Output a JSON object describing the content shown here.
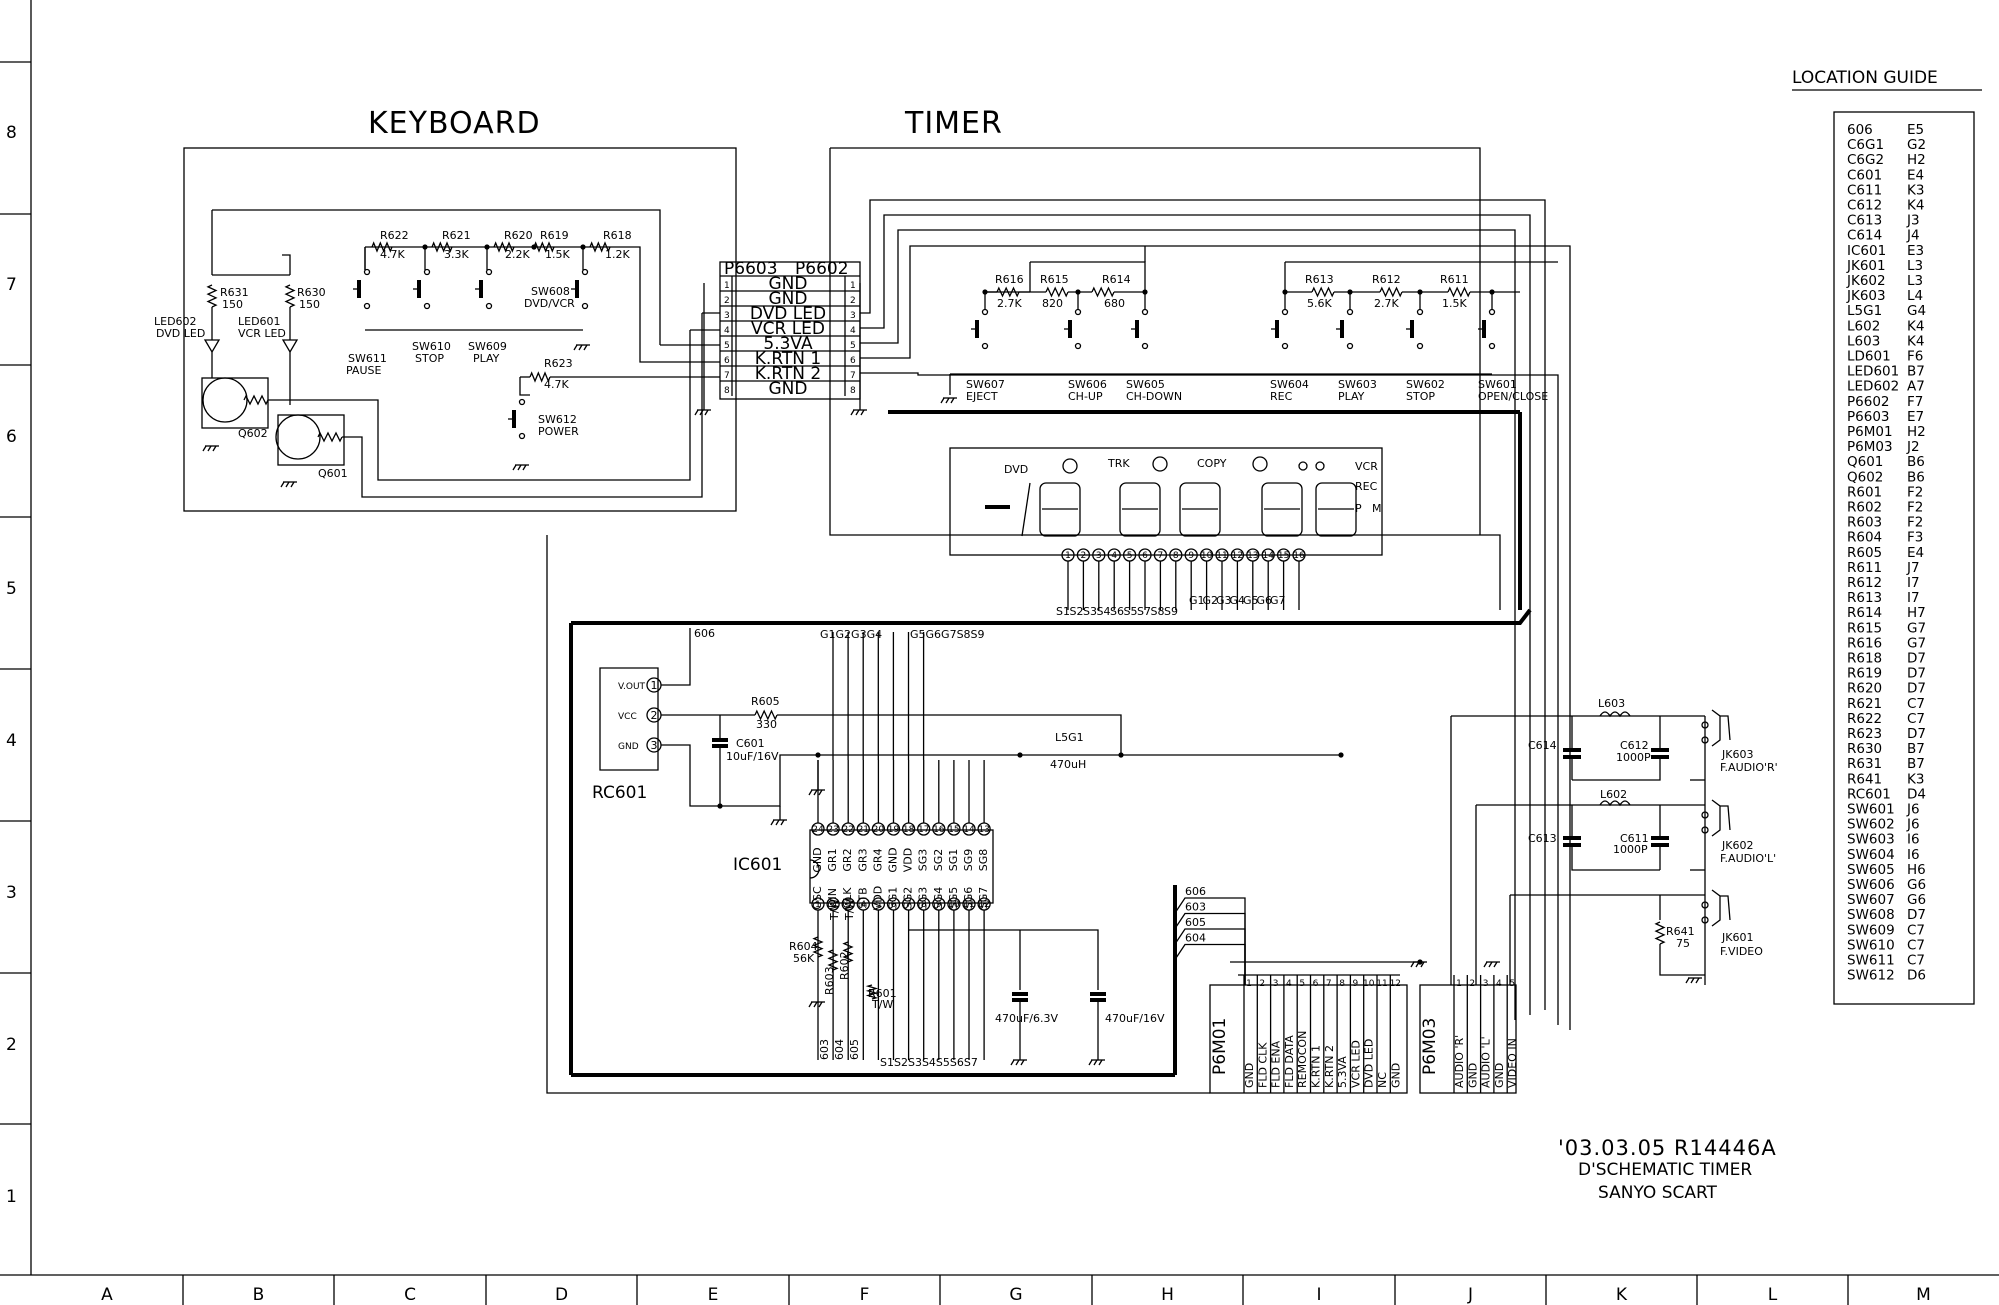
{
  "titles": {
    "keyboard": "KEYBOARD",
    "timer": "TIMER",
    "location_guide": "LOCATION GUIDE"
  },
  "grid": {
    "columns": [
      "A",
      "B",
      "C",
      "D",
      "E",
      "F",
      "G",
      "H",
      "I",
      "J",
      "K",
      "L",
      "M"
    ],
    "rows": [
      "8",
      "7",
      "6",
      "5",
      "4",
      "3",
      "2",
      "1"
    ]
  },
  "keyboard": {
    "resistors": [
      {
        "ref": "R622",
        "val": "4.7K"
      },
      {
        "ref": "R621",
        "val": "3.3K"
      },
      {
        "ref": "R620",
        "val": "2.2K"
      },
      {
        "ref": "R619",
        "val": "1.5K"
      },
      {
        "ref": "R618",
        "val": "1.2K"
      },
      {
        "ref": "R631",
        "val": "150"
      },
      {
        "ref": "R630",
        "val": "150"
      },
      {
        "ref": "R623",
        "val": "4.7K"
      }
    ],
    "switches": [
      {
        "ref": "SW611",
        "name": "PAUSE"
      },
      {
        "ref": "SW610",
        "name": "STOP"
      },
      {
        "ref": "SW609",
        "name": "PLAY"
      },
      {
        "ref": "SW608",
        "name": "DVD/VCR"
      },
      {
        "ref": "SW612",
        "name": "POWER"
      }
    ],
    "leds": [
      {
        "ref": "LED602",
        "name": "DVD LED"
      },
      {
        "ref": "LED601",
        "name": "VCR LED"
      }
    ],
    "transistors": [
      "Q602",
      "Q601"
    ]
  },
  "connector": {
    "left": "P6603",
    "right": "P6602",
    "pins": [
      {
        "n": "1",
        "name": "GND"
      },
      {
        "n": "2",
        "name": "GND"
      },
      {
        "n": "3",
        "name": "DVD LED"
      },
      {
        "n": "4",
        "name": "VCR LED"
      },
      {
        "n": "5",
        "name": "5.3VA"
      },
      {
        "n": "6",
        "name": "K.RTN 1"
      },
      {
        "n": "7",
        "name": "K.RTN 2"
      },
      {
        "n": "8",
        "name": "GND"
      }
    ]
  },
  "timer_keys": {
    "resistors": [
      {
        "ref": "R616",
        "val": "2.7K"
      },
      {
        "ref": "R615",
        "val": "820"
      },
      {
        "ref": "R614",
        "val": "680"
      },
      {
        "ref": "R613",
        "val": "5.6K"
      },
      {
        "ref": "R612",
        "val": "2.7K"
      },
      {
        "ref": "R611",
        "val": "1.5K"
      }
    ],
    "switches": [
      {
        "ref": "SW607",
        "name": "EJECT"
      },
      {
        "ref": "SW606",
        "name": "CH-UP"
      },
      {
        "ref": "SW605",
        "name": "CH-DOWN"
      },
      {
        "ref": "SW604",
        "name": "REC"
      },
      {
        "ref": "SW603",
        "name": "PLAY"
      },
      {
        "ref": "SW602",
        "name": "STOP"
      },
      {
        "ref": "SW601",
        "name": "OPEN/CLOSE"
      }
    ]
  },
  "display": {
    "labels": {
      "dvd": "DVD",
      "trk": "TRK",
      "copy": "COPY",
      "vcr": "VCR",
      "rec": "REC",
      "p": "P",
      "m": "M"
    },
    "pins": [
      "1",
      "2",
      "3",
      "4",
      "5",
      "6",
      "7",
      "8",
      "9",
      "10",
      "11",
      "12",
      "13",
      "14",
      "15",
      "16"
    ],
    "segs": [
      "S1",
      "S2",
      "S3",
      "S4",
      "S6",
      "S5",
      "S7",
      "S8",
      "S9"
    ],
    "grids": [
      "G1",
      "G2",
      "G3",
      "G4",
      "G5",
      "G6",
      "G7"
    ]
  },
  "rc601": {
    "ref": "RC601",
    "pins": [
      {
        "n": "1",
        "name": "V.OUT"
      },
      {
        "n": "2",
        "name": "VCC"
      },
      {
        "n": "3",
        "name": "GND"
      }
    ],
    "net": "606"
  },
  "ic601": {
    "ref": "IC601",
    "top_pins": [
      "24",
      "23",
      "22",
      "21",
      "20",
      "19",
      "18",
      "17",
      "16",
      "15",
      "14",
      "13"
    ],
    "top_names": [
      "GND",
      "GR1",
      "GR2",
      "GR3",
      "GR4",
      "GND",
      "VDD",
      "SG3",
      "SG2",
      "SG1",
      "SG9",
      "SG8"
    ],
    "bottom_pins": [
      "1",
      "2",
      "3",
      "4",
      "5",
      "6",
      "7",
      "8",
      "9",
      "10",
      "11",
      "12"
    ],
    "bottom_names": [
      "OSC",
      "DIN",
      "CLK",
      "STB",
      "VDD",
      "SG1",
      "SG2",
      "SG3",
      "SG4",
      "SG5",
      "SG6",
      "SG7"
    ],
    "top_group_a": "G1G2G3G4",
    "top_group_b": "G5G6G7S8S9",
    "bottom_group": "S1S2S3S4S5S6S7",
    "bottom_nets": [
      "603",
      "604",
      "605"
    ]
  },
  "timer_parts": [
    {
      "ref": "R605",
      "val": "330"
    },
    {
      "ref": "C601",
      "val": "10uF/16V"
    },
    {
      "ref": "L5G1",
      "val": "470uH"
    },
    {
      "ref": "R604",
      "val": "56K"
    },
    {
      "ref": "R603",
      "val": "T/W"
    },
    {
      "ref": "R602",
      "val": "T/W"
    },
    {
      "ref": "R601",
      "val": "T/W"
    },
    {
      "ref": "C6G1",
      "val": "470uF/6.3V"
    },
    {
      "ref": "C6G2",
      "val": "470uF/16V"
    }
  ],
  "bus_nets": [
    "606",
    "603",
    "605",
    "604"
  ],
  "p6m01": {
    "ref": "P6M01",
    "pins": [
      "1",
      "2",
      "3",
      "4",
      "5",
      "6",
      "7",
      "8",
      "9",
      "10",
      "11",
      "12"
    ],
    "names": [
      "GND",
      "FLD CLK",
      "FLD ENA",
      "FLD DATA",
      "REMOCON",
      "K.RTN 1",
      "K.RTN 2",
      "5.3VA",
      "VCR LED",
      "DVD LED",
      "NC",
      "GND"
    ]
  },
  "p6m03": {
    "ref": "P6M03",
    "pins": [
      "1",
      "2",
      "3",
      "4",
      "5"
    ],
    "names": [
      "AUDIO 'R'",
      "GND",
      "AUDIO 'L'",
      "GND",
      "VIDEO IN"
    ]
  },
  "jacks": [
    {
      "ref": "JK603",
      "name": "F.AUDIO'R'",
      "c": "C614",
      "c2": "C612",
      "c2v": "1000P",
      "l": "L603"
    },
    {
      "ref": "JK602",
      "name": "F.AUDIO'L'",
      "c": "C613",
      "c2": "C611",
      "c2v": "1000P",
      "l": "L602"
    },
    {
      "ref": "JK601",
      "name": "F.VIDEO",
      "r": "R641",
      "rv": "75"
    }
  ],
  "footer": {
    "line1": "'03.03.05 R14446A",
    "line2": "D'SCHEMATIC TIMER",
    "line3": "SANYO SCART"
  },
  "location_guide": [
    [
      "606",
      "E5"
    ],
    [
      "C6G1",
      "G2"
    ],
    [
      "C6G2",
      "H2"
    ],
    [
      "C601",
      "E4"
    ],
    [
      "C611",
      "K3"
    ],
    [
      "C612",
      "K4"
    ],
    [
      "C613",
      "J3"
    ],
    [
      "C614",
      "J4"
    ],
    [
      "IC601",
      "E3"
    ],
    [
      "JK601",
      "L3"
    ],
    [
      "JK602",
      "L3"
    ],
    [
      "JK603",
      "L4"
    ],
    [
      "L5G1",
      "G4"
    ],
    [
      "L602",
      "K4"
    ],
    [
      "L603",
      "K4"
    ],
    [
      "LD601",
      "F6"
    ],
    [
      "LED601",
      "B7"
    ],
    [
      "LED602",
      "A7"
    ],
    [
      "P6602",
      "F7"
    ],
    [
      "P6603",
      "E7"
    ],
    [
      "P6M01",
      "H2"
    ],
    [
      "P6M03",
      "J2"
    ],
    [
      "Q601",
      "B6"
    ],
    [
      "Q602",
      "B6"
    ],
    [
      "R601",
      "F2"
    ],
    [
      "R602",
      "F2"
    ],
    [
      "R603",
      "F2"
    ],
    [
      "R604",
      "F3"
    ],
    [
      "R605",
      "E4"
    ],
    [
      "R611",
      "J7"
    ],
    [
      "R612",
      "I7"
    ],
    [
      "R613",
      "I7"
    ],
    [
      "R614",
      "H7"
    ],
    [
      "R615",
      "G7"
    ],
    [
      "R616",
      "G7"
    ],
    [
      "R618",
      "D7"
    ],
    [
      "R619",
      "D7"
    ],
    [
      "R620",
      "D7"
    ],
    [
      "R621",
      "C7"
    ],
    [
      "R622",
      "C7"
    ],
    [
      "R623",
      "D7"
    ],
    [
      "R630",
      "B7"
    ],
    [
      "R631",
      "B7"
    ],
    [
      "R641",
      "K3"
    ],
    [
      "RC601",
      "D4"
    ],
    [
      "SW601",
      "J6"
    ],
    [
      "SW602",
      "J6"
    ],
    [
      "SW603",
      "I6"
    ],
    [
      "SW604",
      "I6"
    ],
    [
      "SW605",
      "H6"
    ],
    [
      "SW606",
      "G6"
    ],
    [
      "SW607",
      "G6"
    ],
    [
      "SW608",
      "D7"
    ],
    [
      "SW609",
      "C7"
    ],
    [
      "SW610",
      "C7"
    ],
    [
      "SW611",
      "C7"
    ],
    [
      "SW612",
      "D6"
    ]
  ]
}
